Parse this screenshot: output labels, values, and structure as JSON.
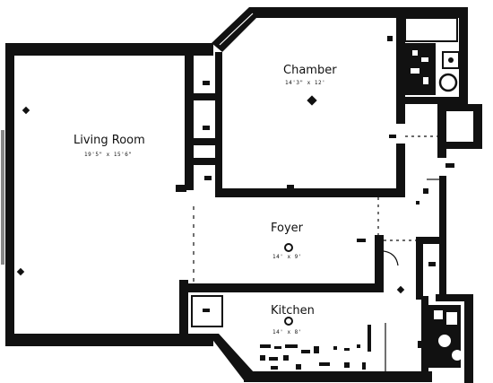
{
  "floor_plan": {
    "rooms": [
      {
        "id": "living",
        "name": "Living Room",
        "dims": "19'5\" x 15'6\""
      },
      {
        "id": "chamber",
        "name": "Chamber",
        "dims": "14'3\" x 12'"
      },
      {
        "id": "foyer",
        "name": "Foyer",
        "dims": "14' x 9'"
      },
      {
        "id": "kitchen",
        "name": "Kitchen",
        "dims": "14' x 8'"
      }
    ],
    "colors": {
      "wall": "#111111",
      "background": "#ffffff"
    }
  }
}
